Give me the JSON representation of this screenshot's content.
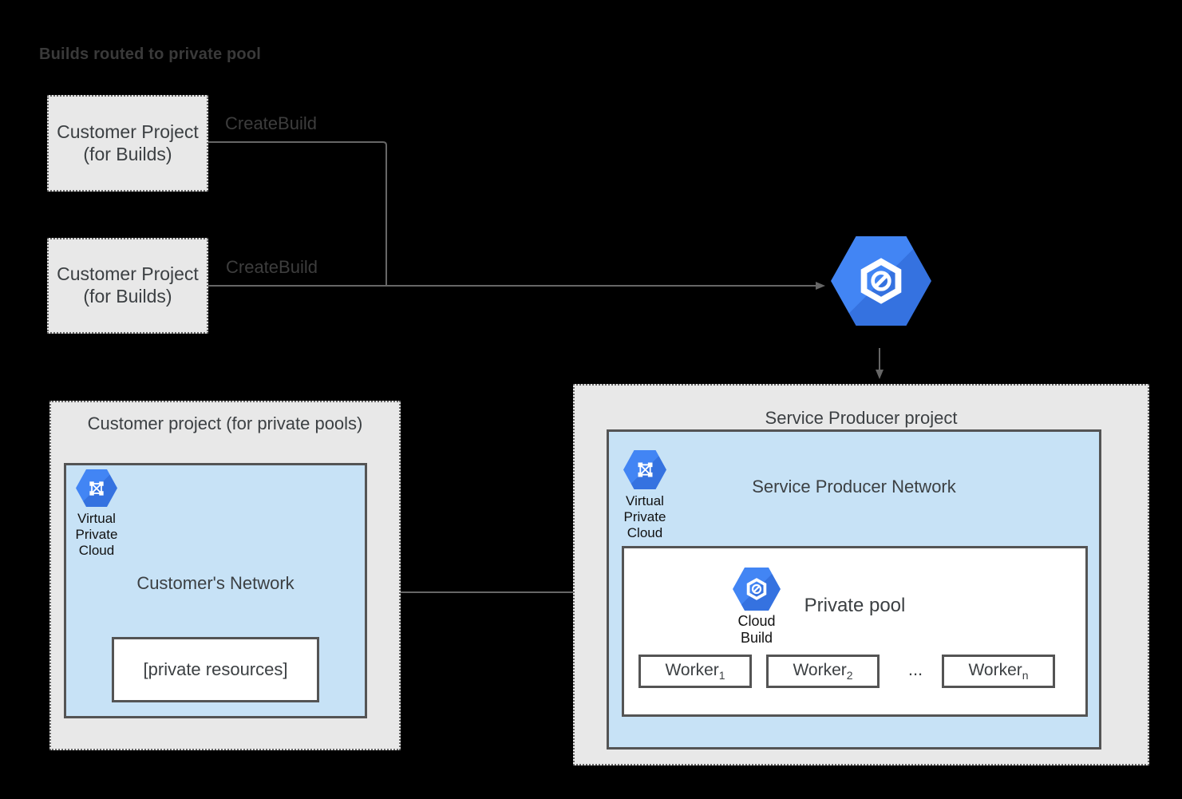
{
  "title": "Builds routed to private pool",
  "colors": {
    "background": "#000000",
    "project_fill": "#e8e8e8",
    "network_fill": "#c7e2f6",
    "box_border": "#545454",
    "connector": "#666666",
    "icon_blue": "#4285f4",
    "icon_blue_dark": "#3572e0",
    "text_dark": "#3c4043"
  },
  "icons": {
    "cloud_build": "cloud-build-icon",
    "vpc": "virtual-private-cloud-icon"
  },
  "build_projects": [
    {
      "text": "Customer Project\n(for Builds)",
      "arrow_label": "CreateBuild"
    },
    {
      "text": "Customer Project\n(for Builds)",
      "arrow_label": "CreateBuild"
    }
  ],
  "customer_pool_project": {
    "title": "Customer project (for private pools)",
    "network": {
      "title": "Customer's Network",
      "vpc_caption": "Virtual\nPrivate\nCloud",
      "private_resources": "[private resources]"
    }
  },
  "service_producer_project": {
    "title": "Service Producer project",
    "network": {
      "title": "Service Producer Network",
      "vpc_caption": "Virtual\nPrivate\nCloud",
      "private_pool": {
        "title": "Private pool",
        "cloud_build_caption": "Cloud\nBuild",
        "workers": [
          {
            "label": "Worker",
            "sub": "1"
          },
          {
            "label": "Worker",
            "sub": "2"
          },
          {
            "label": "Worker",
            "sub": "n"
          }
        ],
        "ellipsis": "..."
      }
    }
  }
}
